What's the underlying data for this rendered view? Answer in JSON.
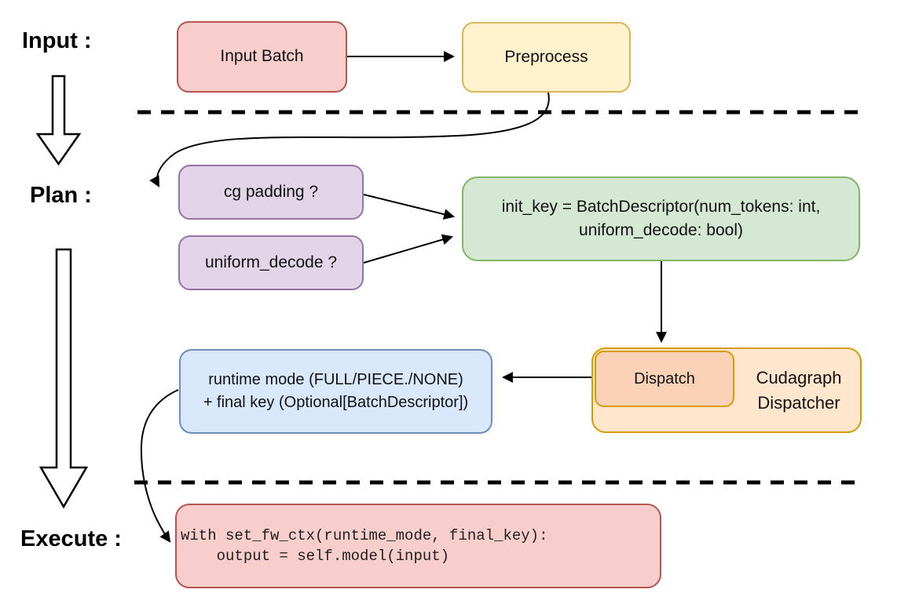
{
  "diagram": {
    "stages": {
      "input_label": "Input :",
      "plan_label": "Plan :",
      "execute_label": "Execute :"
    },
    "nodes": {
      "input_batch": "Input Batch",
      "preprocess": "Preprocess",
      "cg_padding": "cg padding ?",
      "uniform_decode": "uniform_decode ?",
      "init_key_line1": "init_key = BatchDescriptor(num_tokens: int,",
      "init_key_line2": "uniform_decode: bool)",
      "runtime_line1": "runtime mode (FULL/PIECE./NONE)",
      "runtime_line2": "+ final key (Optional[BatchDescriptor])",
      "dispatch": "Dispatch",
      "dispatcher_line1": "Cudagraph",
      "dispatcher_line2": "Dispatcher",
      "code_line1": "with set_fw_ctx(runtime_mode, final_key):",
      "code_line2": "    output = self.model(input)"
    },
    "palette": {
      "red_fill": "#F8CECC",
      "red_stroke": "#B85450",
      "yellow_fill": "#FFF2CC",
      "yellow_stroke": "#D6B656",
      "purple_fill": "#E1D5E7",
      "purple_stroke": "#9673A6",
      "green_fill": "#D5E8D4",
      "green_stroke": "#82B366",
      "blue_fill": "#DAE8FC",
      "blue_stroke": "#6C8EBF",
      "orange_fill": "#FFE6CC",
      "orange_stroke": "#D79B00",
      "dispatch_fill": "#FAD2B8",
      "line_color": "#000000"
    }
  }
}
